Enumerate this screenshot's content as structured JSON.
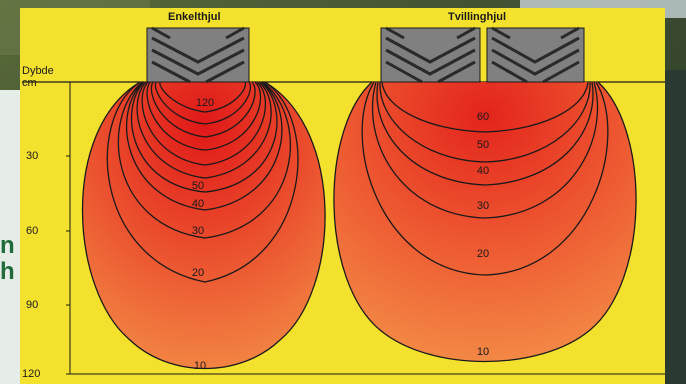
{
  "diagram": {
    "left_title": "Enkelthjul",
    "right_title": "Tvillinghjul",
    "axis_title_line1": "Dybde",
    "axis_title_line2": "cm",
    "y_ticks": [
      "30",
      "60",
      "90",
      "120"
    ],
    "left_contours": [
      "120",
      "50",
      "40",
      "30",
      "20",
      "10"
    ],
    "right_contours": [
      "60",
      "50",
      "40",
      "30",
      "20",
      "10"
    ]
  },
  "overlay": {
    "fragment_1": "n",
    "fragment_2": "h"
  },
  "colors": {
    "panel": "#f4e12e",
    "tire": "#808080",
    "bulb_core": "#e02020",
    "bulb_edge": "#f07a3a",
    "line": "#1a1a1a"
  }
}
